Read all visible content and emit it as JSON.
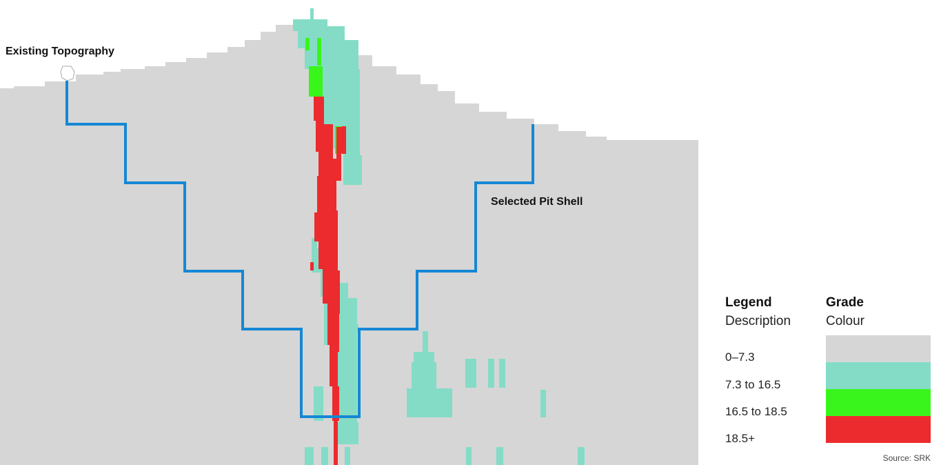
{
  "annotations": {
    "topography": "Existing Topography",
    "pit_shell": "Selected Pit Shell"
  },
  "legend": {
    "title": "Legend",
    "subtitle": "Description",
    "grade_title": "Grade",
    "grade_subtitle": "Colour",
    "items": [
      {
        "label": "0–7.3",
        "color": "#d6d6d6"
      },
      {
        "label": "7.3 to 16.5",
        "color": "#84dcc6"
      },
      {
        "label": "16.5 to 18.5",
        "color": "#39f51b"
      },
      {
        "label": "18.5+",
        "color": "#ec2b2e"
      }
    ]
  },
  "colors": {
    "pit_shell": "#1587d4",
    "background": "#d6d6d6"
  },
  "source": "Source: SRK"
}
